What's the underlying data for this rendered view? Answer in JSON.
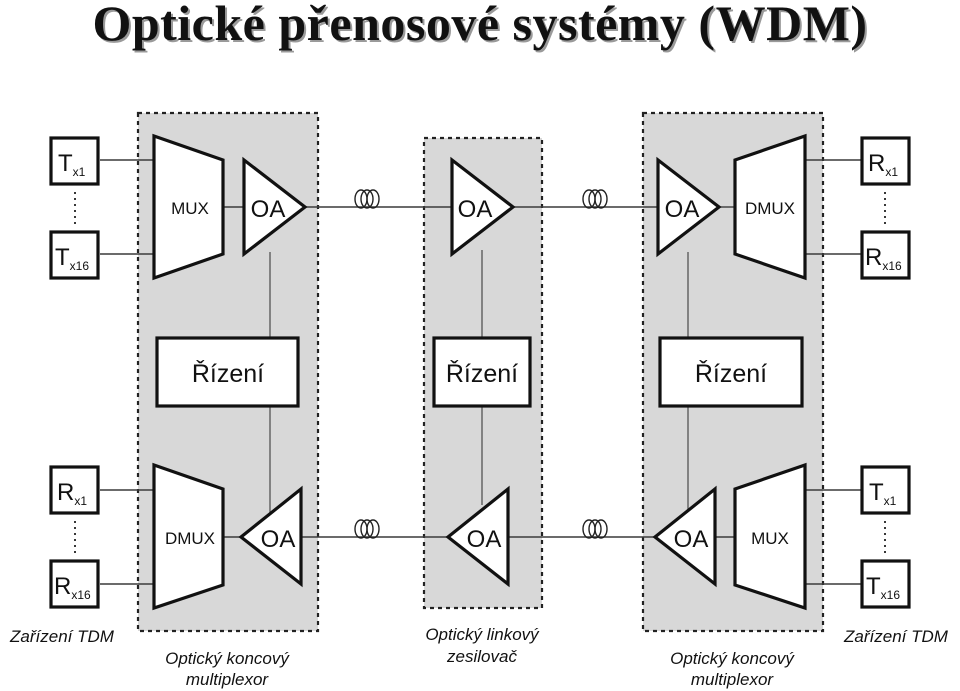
{
  "title": "Optické přenosové systémy (WDM)",
  "diagram": {
    "left_devices": {
      "tx_top": {
        "main": "T",
        "sub": "x1"
      },
      "tx_bottom": {
        "main": "T",
        "sub": "x16"
      },
      "rx_top": {
        "main": "R",
        "sub": "x1"
      },
      "rx_bottom": {
        "main": "R",
        "sub": "x16"
      },
      "caption": "Zařízení TDM"
    },
    "right_devices": {
      "rx_top": {
        "main": "R",
        "sub": "x1"
      },
      "rx_bottom": {
        "main": "R",
        "sub": "x16"
      },
      "tx_top": {
        "main": "T",
        "sub": "x1"
      },
      "tx_bottom": {
        "main": "T",
        "sub": "x16"
      },
      "caption": "Zařízení TDM"
    },
    "left_terminal": {
      "mux_label": "MUX",
      "dmux_label": "DMUX",
      "amp_top": "OA",
      "amp_bottom": "OA",
      "control": "Řízení",
      "caption_line1": "Optický koncový",
      "caption_line2": "multiplexor"
    },
    "line_amplifier": {
      "amp_top": "OA",
      "amp_bottom": "OA",
      "control": "Řízení",
      "caption_line1": "Optický linkový",
      "caption_line2": "zesilovač"
    },
    "right_terminal": {
      "dmux_label": "DMUX",
      "mux_label": "MUX",
      "amp_top": "OA",
      "amp_bottom": "OA",
      "control": "Řízení",
      "caption_line1": "Optický koncový",
      "caption_line2": "multiplexor"
    }
  }
}
